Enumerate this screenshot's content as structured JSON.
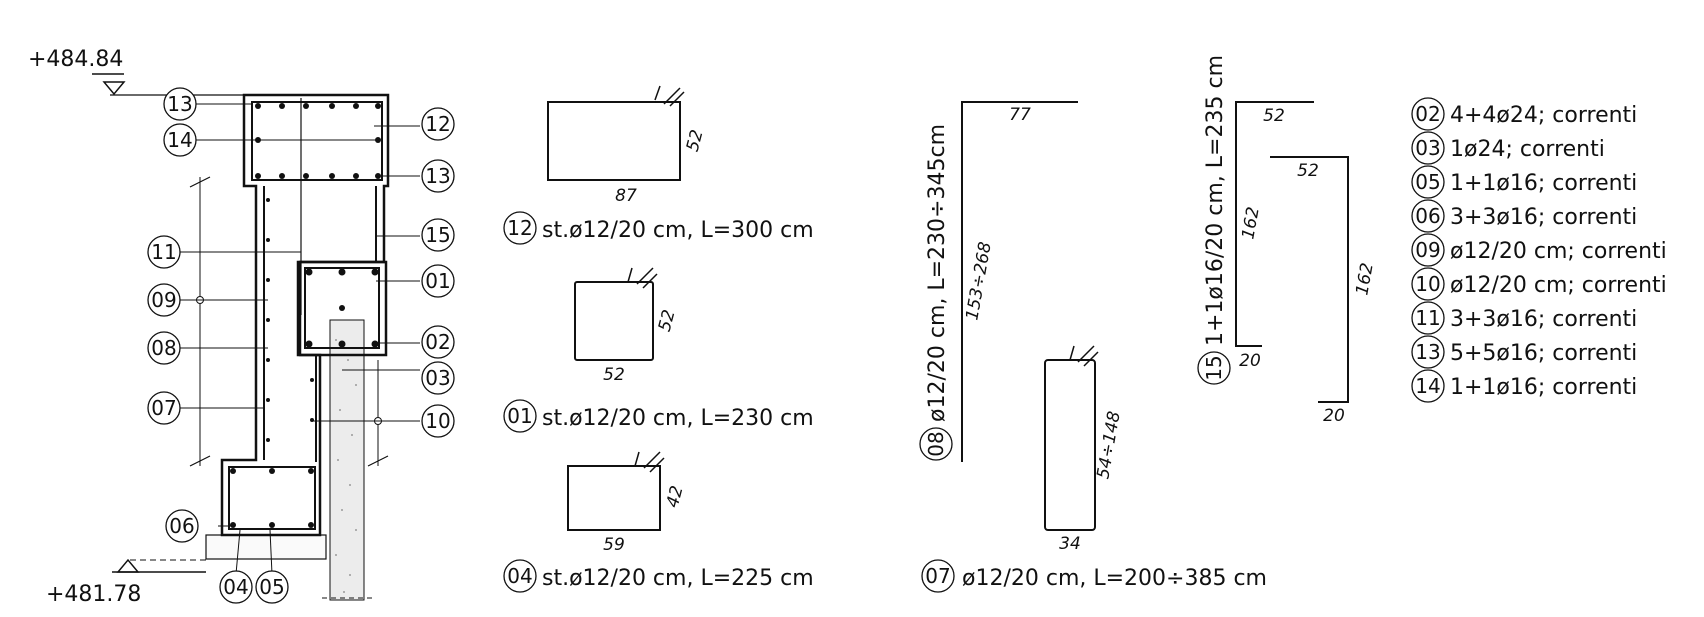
{
  "elevations": {
    "top": "+484.84",
    "bottom": "+481.78"
  },
  "markers": {
    "m01": "01",
    "m02": "02",
    "m03": "03",
    "m04": "04",
    "m05": "05",
    "m06": "06",
    "m07": "07",
    "m08": "08",
    "m09": "09",
    "m10": "10",
    "m11": "11",
    "m12": "12",
    "m13": "13",
    "m14": "14",
    "m15": "15"
  },
  "stirrups": [
    {
      "mark": "12",
      "label": "st.ø12/20 cm, L=300 cm",
      "w": "87",
      "h": "52"
    },
    {
      "mark": "01",
      "label": "st.ø12/20 cm, L=230 cm",
      "w": "52",
      "h": "52"
    },
    {
      "mark": "04",
      "label": "st.ø12/20 cm, L=225 cm",
      "w": "59",
      "h": "42"
    }
  ],
  "bar08": {
    "mark": "08",
    "label": "ø12/20 cm, L=230÷345cm",
    "top": "77",
    "leg": "153÷268"
  },
  "bar07": {
    "mark": "07",
    "label": "ø12/20 cm, L=200÷385 cm",
    "h": "54÷148",
    "w": "34"
  },
  "bar15": {
    "mark": "15",
    "label": "1+1ø16/20 cm, L=235 cm",
    "topA": "52",
    "topB": "52",
    "legA": "162",
    "legB": "162",
    "footA": "20",
    "footB": "20"
  },
  "legend": [
    {
      "mark": "02",
      "text": "4+4ø24; correnti"
    },
    {
      "mark": "03",
      "text": "1ø24; correnti"
    },
    {
      "mark": "05",
      "text": "1+1ø16; correnti"
    },
    {
      "mark": "06",
      "text": "3+3ø16; correnti"
    },
    {
      "mark": "09",
      "text": "ø12/20 cm; correnti"
    },
    {
      "mark": "10",
      "text": "ø12/20 cm; correnti"
    },
    {
      "mark": "11",
      "text": "3+3ø16; correnti"
    },
    {
      "mark": "13",
      "text": "5+5ø16; correnti"
    },
    {
      "mark": "14",
      "text": "1+1ø16; correnti"
    }
  ]
}
